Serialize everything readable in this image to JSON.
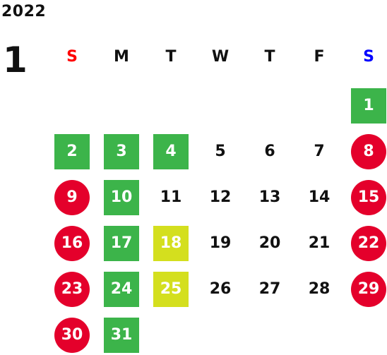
{
  "calendar": {
    "year": "2022",
    "month": "1",
    "weekdays": [
      {
        "label": "S",
        "color": "#ff0000"
      },
      {
        "label": "M",
        "color": "#111111"
      },
      {
        "label": "T",
        "color": "#111111"
      },
      {
        "label": "W",
        "color": "#111111"
      },
      {
        "label": "T",
        "color": "#111111"
      },
      {
        "label": "F",
        "color": "#111111"
      },
      {
        "label": "S",
        "color": "#0000ff"
      }
    ],
    "weeks": [
      [
        null,
        null,
        null,
        null,
        null,
        null,
        {
          "day": "1",
          "style": "green"
        }
      ],
      [
        {
          "day": "2",
          "style": "green"
        },
        {
          "day": "3",
          "style": "green"
        },
        {
          "day": "4",
          "style": "green"
        },
        {
          "day": "5",
          "style": "plain"
        },
        {
          "day": "6",
          "style": "plain"
        },
        {
          "day": "7",
          "style": "plain"
        },
        {
          "day": "8",
          "style": "red"
        }
      ],
      [
        {
          "day": "9",
          "style": "red"
        },
        {
          "day": "10",
          "style": "green"
        },
        {
          "day": "11",
          "style": "plain"
        },
        {
          "day": "12",
          "style": "plain"
        },
        {
          "day": "13",
          "style": "plain"
        },
        {
          "day": "14",
          "style": "plain"
        },
        {
          "day": "15",
          "style": "red"
        }
      ],
      [
        {
          "day": "16",
          "style": "red"
        },
        {
          "day": "17",
          "style": "green"
        },
        {
          "day": "18",
          "style": "yellow"
        },
        {
          "day": "19",
          "style": "plain"
        },
        {
          "day": "20",
          "style": "plain"
        },
        {
          "day": "21",
          "style": "plain"
        },
        {
          "day": "22",
          "style": "red"
        }
      ],
      [
        {
          "day": "23",
          "style": "red"
        },
        {
          "day": "24",
          "style": "green"
        },
        {
          "day": "25",
          "style": "yellow"
        },
        {
          "day": "26",
          "style": "plain"
        },
        {
          "day": "27",
          "style": "plain"
        },
        {
          "day": "28",
          "style": "plain"
        },
        {
          "day": "29",
          "style": "red"
        }
      ],
      [
        {
          "day": "30",
          "style": "red"
        },
        {
          "day": "31",
          "style": "green"
        },
        null,
        null,
        null,
        null,
        null
      ]
    ]
  }
}
